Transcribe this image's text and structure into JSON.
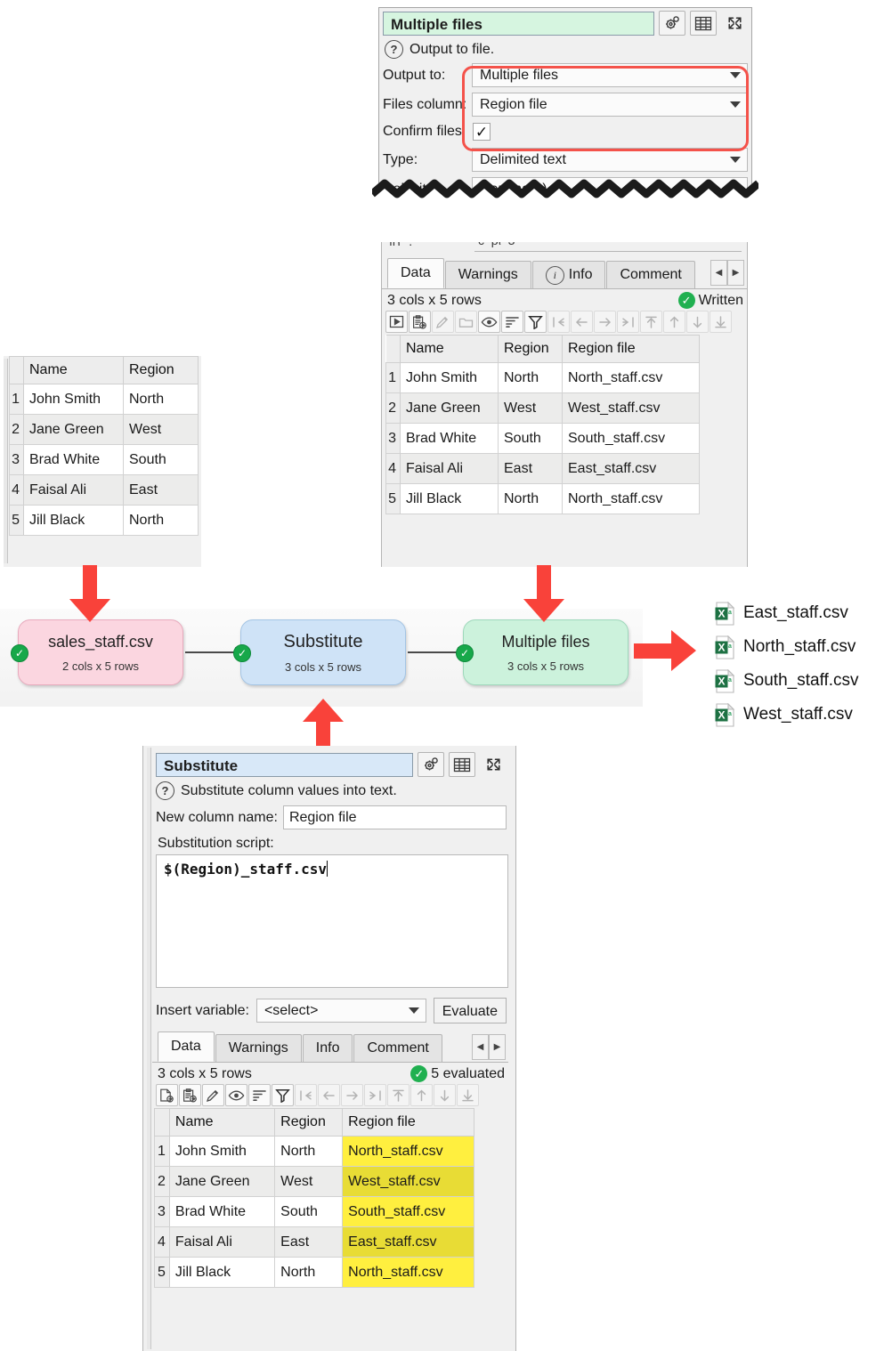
{
  "output_dialog": {
    "title": "Multiple files",
    "title_buttons": [
      {
        "name": "settings-gear-icon",
        "label": "gear-icon"
      },
      {
        "name": "table-view-icon",
        "label": "table-icon"
      },
      {
        "name": "expand-icon",
        "label": "expand-icon"
      }
    ],
    "help_text": "Output to file.",
    "fields": [
      {
        "label": "Output to:",
        "value": "Multiple files",
        "type": "combo"
      },
      {
        "label": "Files column:",
        "value": "Region file",
        "type": "combo"
      },
      {
        "label": "Confirm files:",
        "value": "✓",
        "type": "checkbox"
      },
      {
        "label": "Type:",
        "value": "Delimited text",
        "type": "combo"
      },
      {
        "label": "Delimiter:",
        "value": "Comma (,)",
        "type": "combo"
      }
    ],
    "highlight_color": "#f4524a"
  },
  "output_panel": {
    "tabs": [
      {
        "label": "Data",
        "active": true,
        "icon": ""
      },
      {
        "label": "Warnings",
        "active": false,
        "icon": ""
      },
      {
        "label": "Info",
        "active": false,
        "icon": "info-icon"
      },
      {
        "label": "Comment",
        "active": false,
        "icon": ""
      }
    ],
    "scroll_left": "◀",
    "scroll_right": "▶",
    "dimensions": "3 cols x 5 rows",
    "status": "Written",
    "toolbar_icons": [
      "run-icon",
      "paste-icon",
      "edit-icon",
      "folder-icon",
      "eye-icon",
      "sort-icon",
      "filter-icon",
      "first-col-icon",
      "prev-col-icon",
      "next-col-icon",
      "last-col-icon",
      "first-row-icon",
      "prev-row-icon",
      "next-row-icon",
      "last-row-icon"
    ],
    "table": {
      "columns": [
        "Name",
        "Region",
        "Region file"
      ],
      "rows": [
        [
          "1",
          "John Smith",
          "North",
          "North_staff.csv"
        ],
        [
          "2",
          "Jane Green",
          "West",
          "West_staff.csv"
        ],
        [
          "3",
          "Brad White",
          "South",
          "South_staff.csv"
        ],
        [
          "4",
          "Faisal Ali",
          "East",
          "East_staff.csv"
        ],
        [
          "5",
          "Jill Black",
          "North",
          "North_staff.csv"
        ]
      ]
    }
  },
  "input_table": {
    "columns": [
      "Name",
      "Region"
    ],
    "rows": [
      [
        "1",
        "John Smith",
        "North"
      ],
      [
        "2",
        "Jane Green",
        "West"
      ],
      [
        "3",
        "Brad White",
        "South"
      ],
      [
        "4",
        "Faisal Ali",
        "East"
      ],
      [
        "5",
        "Jill Black",
        "North"
      ]
    ]
  },
  "flow": {
    "nodes": [
      {
        "name": "sales_staff.csv",
        "sub": "2 cols x 5 rows",
        "color": "#fbd6e0",
        "status": "ok"
      },
      {
        "name": "Substitute",
        "sub": "3 cols x 5 rows",
        "color": "#cfe3f7",
        "status": "ok"
      },
      {
        "name": "Multiple files",
        "sub": "3 cols x 5 rows",
        "color": "#ccf2dc",
        "status": "ok"
      }
    ],
    "ok_glyph": "✔"
  },
  "output_files": {
    "items": [
      {
        "name": "East_staff.csv",
        "icon": "excel-file-icon"
      },
      {
        "name": "North_staff.csv",
        "icon": "excel-file-icon"
      },
      {
        "name": "South_staff.csv",
        "icon": "excel-file-icon"
      },
      {
        "name": "West_staff.csv",
        "icon": "excel-file-icon"
      }
    ]
  },
  "substitute_dialog": {
    "title": "Substitute",
    "title_buttons": [
      {
        "name": "settings-gear-icon",
        "label": "gear-icon"
      },
      {
        "name": "table-view-icon",
        "label": "table-icon"
      },
      {
        "name": "expand-icon",
        "label": "expand-icon"
      }
    ],
    "help_text": "Substitute column values into text.",
    "new_column_label": "New column name:",
    "new_column_value": "Region file",
    "script_label": "Substitution script:",
    "script_value": "$(Region)_staff.csv",
    "insert_variable_label": "Insert variable:",
    "insert_variable_value": "<select>",
    "evaluate_label": "Evaluate",
    "tabs": [
      {
        "label": "Data",
        "active": true
      },
      {
        "label": "Warnings",
        "active": false
      },
      {
        "label": "Info",
        "active": false
      },
      {
        "label": "Comment",
        "active": false
      }
    ],
    "scroll_left": "◀",
    "scroll_right": "▶",
    "dimensions": "3 cols x 5 rows",
    "status": "5 evaluated",
    "toolbar_icons": [
      "new-file-icon",
      "paste-icon",
      "edit-icon",
      "eye-icon",
      "sort-icon",
      "filter-icon",
      "first-col-icon",
      "prev-col-icon",
      "next-col-icon",
      "last-col-icon",
      "first-row-icon",
      "prev-row-icon",
      "next-row-icon",
      "last-row-icon"
    ],
    "table": {
      "columns": [
        "Name",
        "Region",
        "Region file"
      ],
      "highlight_column_index": 2,
      "highlight_color": "#ffef3f",
      "rows": [
        [
          "1",
          "John Smith",
          "North",
          "North_staff.csv"
        ],
        [
          "2",
          "Jane Green",
          "West",
          "West_staff.csv"
        ],
        [
          "3",
          "Brad White",
          "South",
          "South_staff.csv"
        ],
        [
          "4",
          "Faisal Ali",
          "East",
          "East_staff.csv"
        ],
        [
          "5",
          "Jill Black",
          "North",
          "North_staff.csv"
        ]
      ]
    }
  },
  "annotations": {
    "arrow_color": "#f9423a",
    "arrows": [
      {
        "name": "arrow-to-output-node",
        "direction": "down"
      },
      {
        "name": "arrow-to-input-node",
        "direction": "down"
      },
      {
        "name": "arrow-to-files",
        "direction": "right"
      },
      {
        "name": "arrow-to-substitute-node",
        "direction": "up"
      }
    ]
  }
}
